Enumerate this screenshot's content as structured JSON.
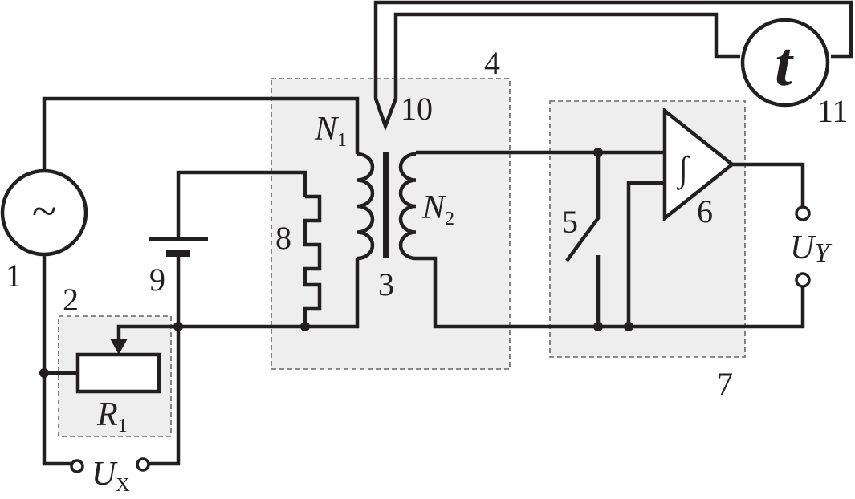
{
  "components": {
    "source": {
      "num": "1",
      "glyph": "~"
    },
    "resistor_block": {
      "num": "2",
      "symbol": "R",
      "sub": "1"
    },
    "transformer": {
      "num": "3"
    },
    "transformer_block": {
      "num": "4"
    },
    "switch": {
      "num": "5"
    },
    "integrator": {
      "num": "6",
      "glyph": "∫"
    },
    "integrator_block": {
      "num": "7"
    },
    "heater": {
      "num": "8"
    },
    "battery": {
      "num": "9"
    },
    "thermocouple": {
      "num": "10"
    },
    "thermometer": {
      "num": "11",
      "glyph": "t"
    }
  },
  "windings": {
    "primary": {
      "symbol": "N",
      "sub": "1"
    },
    "secondary": {
      "symbol": "N",
      "sub": "2"
    }
  },
  "terminals": {
    "input": {
      "symbol": "U",
      "sub": "X"
    },
    "output": {
      "symbol": "U",
      "sub": "Y"
    }
  }
}
